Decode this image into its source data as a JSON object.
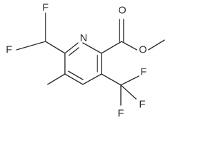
{
  "molecule": {
    "atoms": {
      "n_ring": "N",
      "o_carbonyl": "O",
      "o_ester": "O",
      "f_chf2_top": "F",
      "f_chf2_left": "F",
      "f_cf3_1": "F",
      "f_cf3_2": "F",
      "f_cf3_3": "F"
    }
  }
}
